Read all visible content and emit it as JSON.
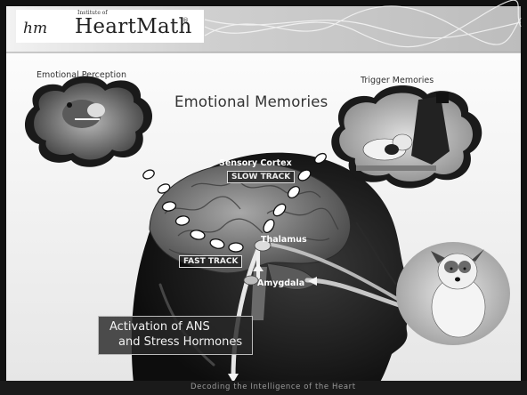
{
  "logo": {
    "small_text": "Institute of",
    "name": "HeartMath",
    "mark": "hm",
    "registered": "®"
  },
  "slide": {
    "title": "Emotional Memories",
    "footer": "Decoding the Intelligence of the Heart"
  },
  "labels": {
    "emotional_perception": "Emotional Perception",
    "trigger_memories": "Trigger Memories",
    "sensory_cortex": "Sensory Cortex",
    "slow_track": "SLOW TRACK",
    "thalamus": "Thalamus",
    "fast_track": "FAST TRACK",
    "amygdala": "Amygdala"
  },
  "ans_box": {
    "line1": "Activation of ANS",
    "line2": "and Stress Hormones"
  },
  "colors": {
    "page_bg": "#ffffff",
    "frame": "#111111",
    "header_band": "#d9d9d9",
    "footer_bar": "#1a1a1a"
  },
  "images": {
    "angry_dog_icon": "snarling-dog-photo-in-thought-cloud",
    "dog_with_boot_icon": "dog-biting-boot-photo-in-thought-cloud",
    "calm_dog_icon": "jack-russell-terrier-photo",
    "head_icon": "head-silhouette-with-brain"
  }
}
